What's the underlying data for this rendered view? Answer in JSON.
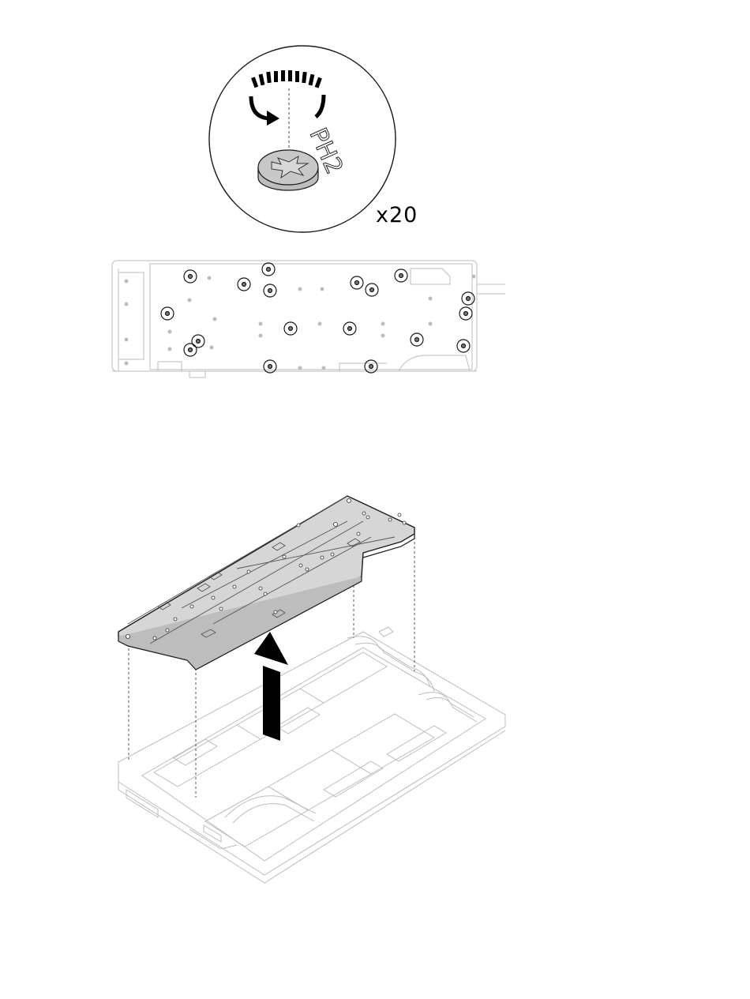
{
  "step1": {
    "screw_count_label": "x20",
    "screwdriver_tip": "PH2",
    "callout_icon": "screw-loosen-counterclockwise-icon",
    "circled_screws": 20
  },
  "step2": {
    "action_icon": "lift-up-arrow-icon",
    "part": "water-loop-carrier-plate"
  },
  "colors": {
    "line": "#1a1a1a",
    "light_line": "#bdbdbd",
    "plate_fill": "#d6d6d6",
    "screw_fill": "#bdbdbd",
    "arrow": "#000000"
  }
}
